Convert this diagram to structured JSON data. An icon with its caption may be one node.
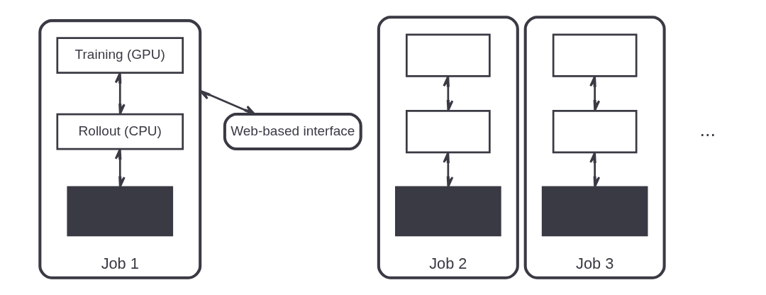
{
  "diagram": {
    "nodes": [
      {
        "text": [
          "Web-based interface"
        ]
      },
      {
        "text": [
          "Job 1"
        ]
      },
      {
        "text": [
          "Training (GPU)"
        ],
        "in": 1
      },
      {
        "text": [
          "Rollout (CPU)"
        ],
        "in": 1
      },
      {
        "text": [],
        "shape": "box",
        "in": 1
      },
      {
        "text": [
          "Job 2"
        ]
      },
      {
        "text": [],
        "shape": "box",
        "in": 5
      },
      {
        "text": [],
        "shape": "box",
        "in": 5
      },
      {
        "text": [],
        "shape": "box",
        "in": 5
      },
      {
        "text": [
          "Job 3"
        ]
      },
      {
        "text": [],
        "shape": "box",
        "in": 9
      },
      {
        "text": [],
        "shape": "box",
        "in": 9
      },
      {
        "text": [],
        "shape": "box",
        "in": 9
      }
    ],
    "edges": [
      {
        "from": 0,
        "to": 1,
        "arrow": "both"
      },
      {
        "from": 2,
        "to": 3,
        "arrow": "both"
      },
      {
        "from": 3,
        "to": 4,
        "arrow": "both"
      },
      {
        "from": 6,
        "to": 7,
        "arrow": "both"
      },
      {
        "from": 7,
        "to": 8,
        "arrow": "both"
      },
      {
        "from": 10,
        "to": 11,
        "arrow": "both"
      },
      {
        "from": 11,
        "to": 12,
        "arrow": "both"
      }
    ],
    "labels": [
      "..."
    ]
  }
}
